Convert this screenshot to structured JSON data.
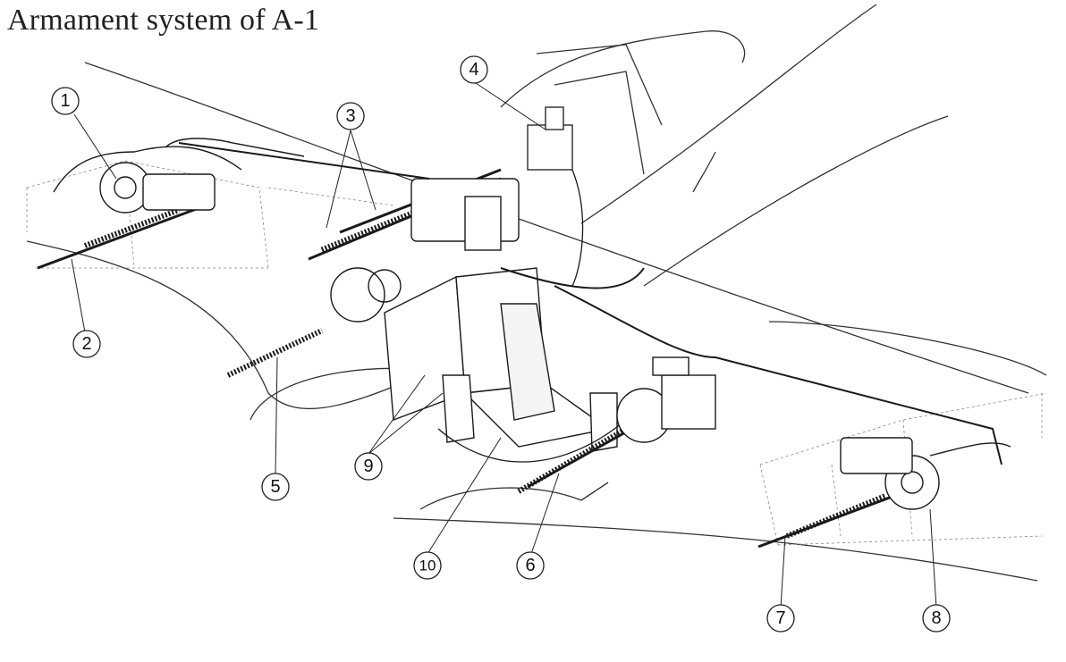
{
  "title": "Armament system of A-1",
  "callouts": [
    "1",
    "2",
    "3",
    "4",
    "5",
    "6",
    "7",
    "8",
    "9",
    "10"
  ],
  "colors": {
    "ink": "#1a1a1a",
    "line": "#333333",
    "dashed": "#777777",
    "paper": "#ffffff"
  }
}
